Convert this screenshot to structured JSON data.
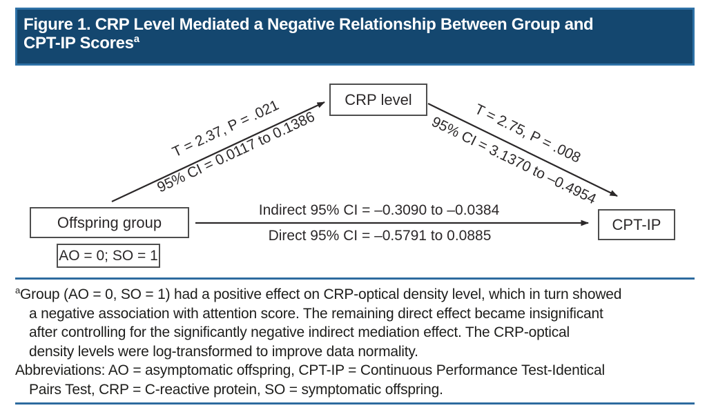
{
  "header": {
    "title_line1": "Figure 1. CRP Level Mediated a Negative Relationship Between Group and",
    "title_line2": "CPT-IP Scores",
    "title_superscript": "a",
    "bar_color": "#14476f",
    "bar_border_color": "#2e71a6"
  },
  "diagram": {
    "nodes": {
      "mediator": "CRP level",
      "predictor": "Offspring group",
      "predictor_coding": "AO = 0; SO = 1",
      "outcome": "CPT-IP"
    },
    "path_a": {
      "stats": "T = 2.37, P = .021",
      "ci": "95% CI = 0.0117 to 0.1386"
    },
    "path_b": {
      "stats": "T = 2.75, P = .008",
      "ci": "95% CI = 3.1370 to –0.4954"
    },
    "path_c": {
      "indirect_ci": "Indirect 95% CI = –0.3090 to –0.0384",
      "direct_ci": "Direct 95% CI = –0.5791 to 0.0885"
    }
  },
  "footnote": {
    "marker": "a",
    "lines": [
      "Group (AO = 0, SO = 1) had a positive effect on CRP-optical density level, which in turn showed",
      "a negative association with attention score. The remaining direct effect became insignificant",
      "after controlling for the significantly negative indirect mediation effect. The CRP-optical",
      "density levels were log-transformed to improve data normality.",
      "Abbreviations: AO = asymptomatic offspring, CPT-IP = Continuous Performance Test-Identical",
      "Pairs Test, CRP = C-reactive protein, SO = symptomatic offspring."
    ]
  },
  "colors": {
    "rule_blue": "#2d6b9f",
    "diagram_ink": "#2b2829"
  }
}
